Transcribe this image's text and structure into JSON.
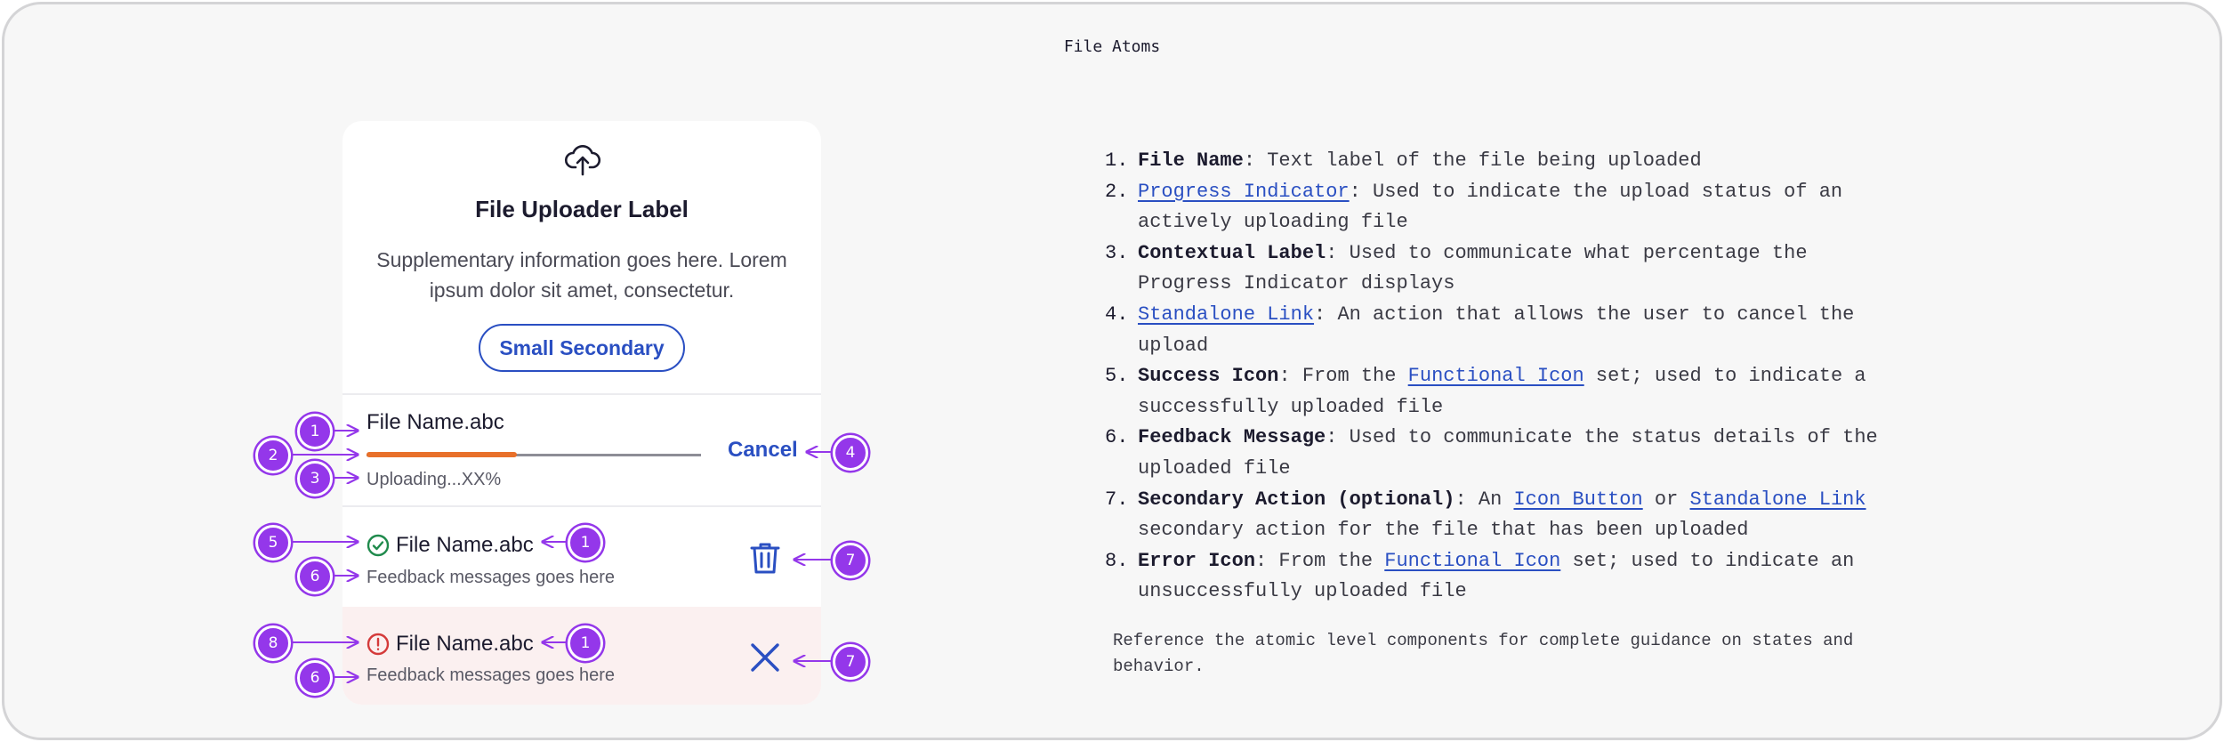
{
  "page": {
    "title": "File Atoms"
  },
  "uploader": {
    "icon": "cloud-upload-icon",
    "label": "File Uploader Label",
    "description": "Supplementary information goes here. Lorem ipsum dolor sit amet, consectetur.",
    "button_label": "Small Secondary",
    "uploading_row": {
      "file_name": "File Name.abc",
      "progress_fraction": 0.45,
      "status_text": "Uploading...XX%",
      "cancel_label": "Cancel"
    },
    "success_row": {
      "status_icon": "check-circle-icon",
      "file_name": "File Name.abc",
      "feedback": "Feedback messages goes here",
      "action_icon": "trash-icon"
    },
    "error_row": {
      "status_icon": "error-circle-icon",
      "file_name": "File Name.abc",
      "feedback": "Feedback messages goes here",
      "action_icon": "close-icon"
    }
  },
  "callouts": [
    "1",
    "2",
    "3",
    "4",
    "5",
    "1",
    "6",
    "7",
    "8",
    "1",
    "6",
    "7"
  ],
  "legend": [
    {
      "number": "1.",
      "parts": [
        {
          "type": "term",
          "text": "File Name"
        },
        {
          "type": "text",
          "text": ": Text label of the file being uploaded"
        }
      ]
    },
    {
      "number": "2.",
      "parts": [
        {
          "type": "link",
          "text": "Progress Indicator"
        },
        {
          "type": "text",
          "text": ": Used to indicate the upload status of an actively uploading file"
        }
      ]
    },
    {
      "number": "3.",
      "parts": [
        {
          "type": "term",
          "text": "Contextual Label"
        },
        {
          "type": "text",
          "text": ": Used to communicate what percentage the Progress Indicator displays"
        }
      ]
    },
    {
      "number": "4.",
      "parts": [
        {
          "type": "link",
          "text": "Standalone Link"
        },
        {
          "type": "text",
          "text": ": An action that allows the user to cancel the upload"
        }
      ]
    },
    {
      "number": "5.",
      "parts": [
        {
          "type": "term",
          "text": "Success Icon"
        },
        {
          "type": "text",
          "text": ": From the "
        },
        {
          "type": "link",
          "text": "Functional Icon"
        },
        {
          "type": "text",
          "text": " set; used to indicate a successfully uploaded file"
        }
      ]
    },
    {
      "number": "6.",
      "parts": [
        {
          "type": "term",
          "text": "Feedback Message"
        },
        {
          "type": "text",
          "text": ": Used to communicate the status details of the uploaded file"
        }
      ]
    },
    {
      "number": "7.",
      "parts": [
        {
          "type": "term",
          "text": "Secondary Action (optional)"
        },
        {
          "type": "text",
          "text": ": An "
        },
        {
          "type": "link",
          "text": "Icon Button"
        },
        {
          "type": "text",
          "text": " or "
        },
        {
          "type": "link",
          "text": "Standalone Link"
        },
        {
          "type": "text",
          "text": " secondary action for the file that has been uploaded"
        }
      ]
    },
    {
      "number": "8.",
      "parts": [
        {
          "type": "term",
          "text": "Error Icon"
        },
        {
          "type": "text",
          "text": ": From the "
        },
        {
          "type": "link",
          "text": "Functional Icon"
        },
        {
          "type": "text",
          "text": " set; used to indicate an unsuccessfully uploaded file"
        }
      ]
    }
  ],
  "footnote": "Reference the atomic level components for complete guidance on states and behavior.",
  "colors": {
    "accent": "#2a4fc2",
    "callout": "#9437ea",
    "progress": "#e8702a",
    "success": "#1f8a4c",
    "error": "#d43a3a",
    "error_row_bg": "#fbf0f0"
  }
}
